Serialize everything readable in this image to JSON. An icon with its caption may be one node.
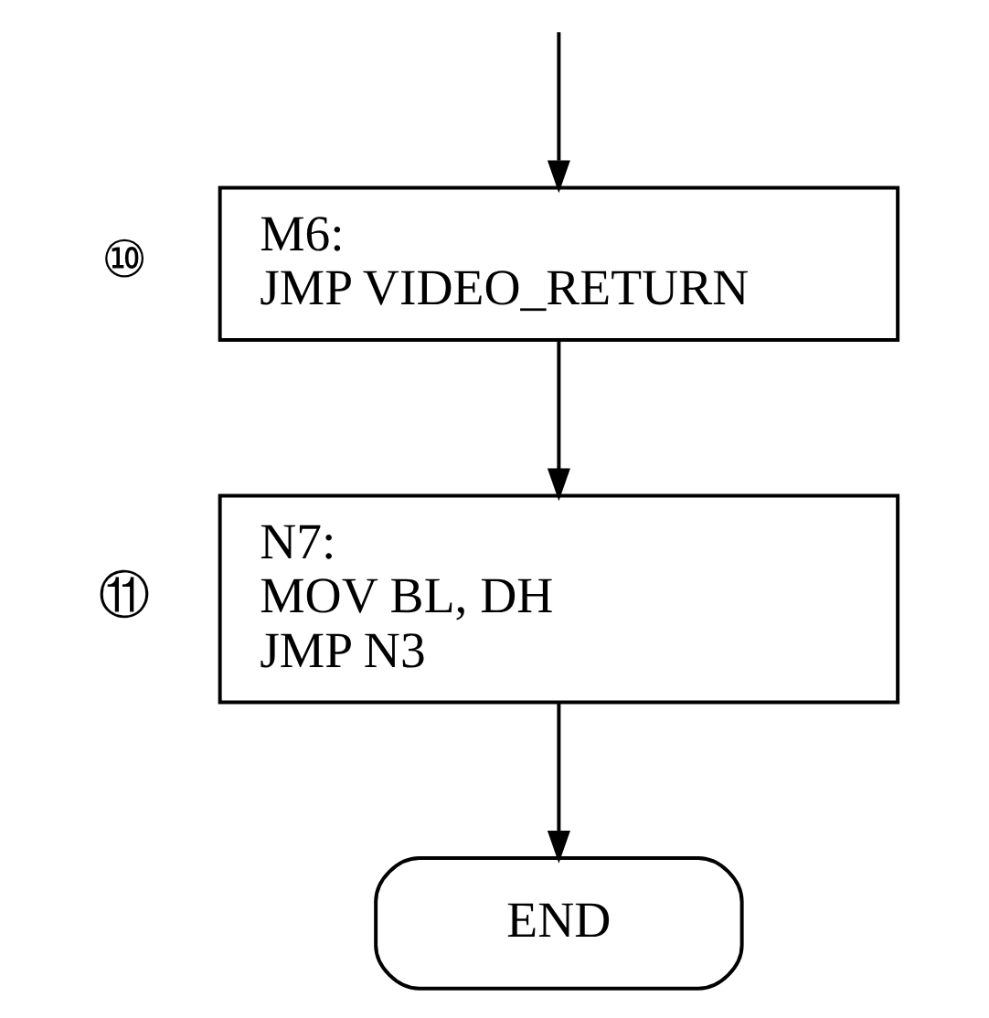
{
  "diagram": {
    "nodes": [
      {
        "text": [
          "M6:",
          "JMP VIDEO_RETURN"
        ],
        "beside": [
          "⑩"
        ]
      },
      {
        "text": [
          "N7:",
          "MOV BL, DH",
          "JMP N3"
        ],
        "beside": [
          "⑪"
        ]
      },
      {
        "text": [
          "END"
        ]
      }
    ],
    "edges": [
      {
        "from": null,
        "to": 0,
        "arrow": "to"
      },
      {
        "from": 0,
        "to": 1,
        "arrow": "to"
      },
      {
        "from": 1,
        "to": 2,
        "arrow": "to"
      }
    ]
  }
}
